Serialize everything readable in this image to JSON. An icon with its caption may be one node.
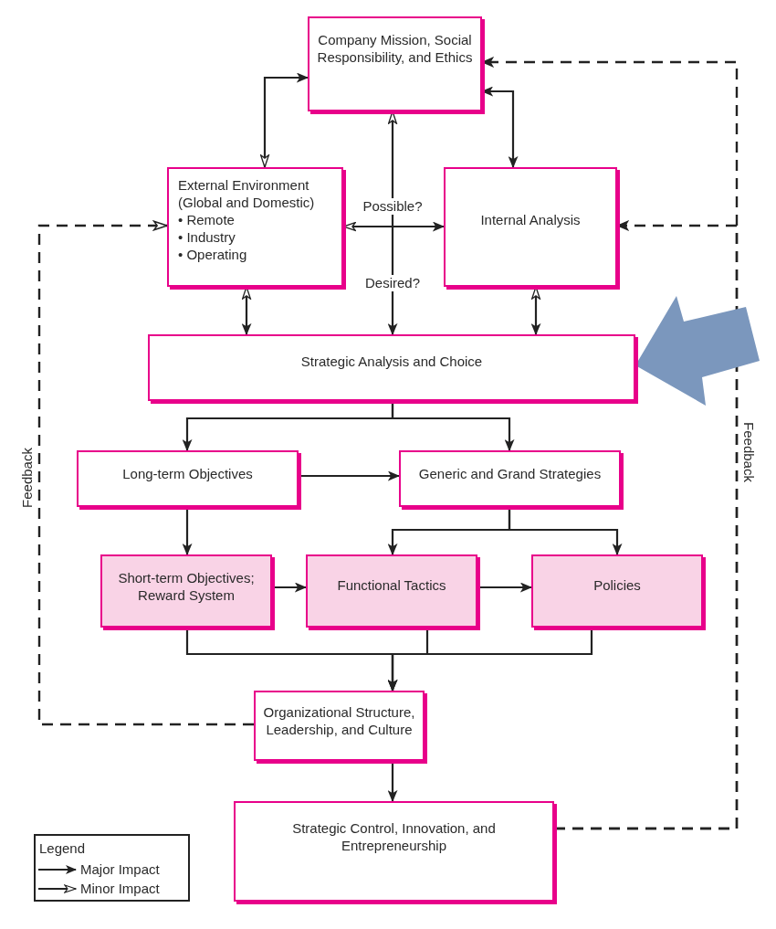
{
  "diagram": {
    "nodes": [
      {
        "text": [
          "Company Mission, Social Responsibility, and Ethics"
        ]
      },
      {
        "text": [
          "External Environment (Global and Domestic)",
          "• Remote",
          "• Industry",
          "• Operating"
        ]
      },
      {
        "text": [
          "Internal Analysis"
        ]
      },
      {
        "text": [
          "Strategic Analysis and Choice"
        ]
      },
      {
        "text": [
          "Long-term Objectives"
        ]
      },
      {
        "text": [
          "Generic and Grand Strategies"
        ]
      },
      {
        "text": [
          "Short-term Objectives; Reward System"
        ]
      },
      {
        "text": [
          "Functional Tactics"
        ]
      },
      {
        "text": [
          "Policies"
        ]
      },
      {
        "text": [
          "Organizational Structure, Leadership, and Culture"
        ]
      },
      {
        "text": [
          "Strategic Control, Innovation, and Entrepreneurship"
        ]
      }
    ],
    "edges": [
      {
        "from": 0,
        "to": 1,
        "arrow": "both"
      },
      {
        "from": 0,
        "to": 2,
        "arrow": "both"
      },
      {
        "from": 3,
        "to": 0,
        "arrow": "both",
        "label": "Desired?"
      },
      {
        "from": 1,
        "to": 2,
        "arrow": "both",
        "label": "Possible?"
      },
      {
        "from": 1,
        "to": 3,
        "arrow": "both"
      },
      {
        "from": 2,
        "to": 3,
        "arrow": "both"
      },
      {
        "from": 3,
        "to": 4,
        "arrow": "to"
      },
      {
        "from": 3,
        "to": 5,
        "arrow": "to"
      },
      {
        "from": 4,
        "to": 5,
        "arrow": "to"
      },
      {
        "from": 4,
        "to": 6,
        "arrow": "to"
      },
      {
        "from": 5,
        "to": 7,
        "arrow": "to"
      },
      {
        "from": 5,
        "to": 8,
        "arrow": "to"
      },
      {
        "from": 6,
        "to": 7,
        "arrow": "to"
      },
      {
        "from": 7,
        "to": 8,
        "arrow": "to"
      },
      {
        "from": 6,
        "to": 9,
        "arrow": "to"
      },
      {
        "from": 7,
        "to": 9,
        "arrow": "to"
      },
      {
        "from": 8,
        "to": 9,
        "arrow": "to"
      },
      {
        "from": 9,
        "to": 10,
        "arrow": "to"
      },
      {
        "from": 9,
        "to": 1,
        "arrow": "to",
        "style": "dashed",
        "label": "Feedback"
      },
      {
        "from": 10,
        "to": 0,
        "arrow": "to",
        "style": "dashed",
        "label": "Feedback"
      },
      {
        "from": 10,
        "to": 2,
        "arrow": "to",
        "style": "dashed"
      },
      {
        "from": null,
        "to": 3,
        "arrow": "to",
        "style": "thick",
        "color": "#7b97bd"
      }
    ],
    "labels": [
      "Legend"
    ],
    "legend": [
      {
        "text": "Major Impact"
      },
      {
        "text": "Minor Impact"
      }
    ]
  }
}
